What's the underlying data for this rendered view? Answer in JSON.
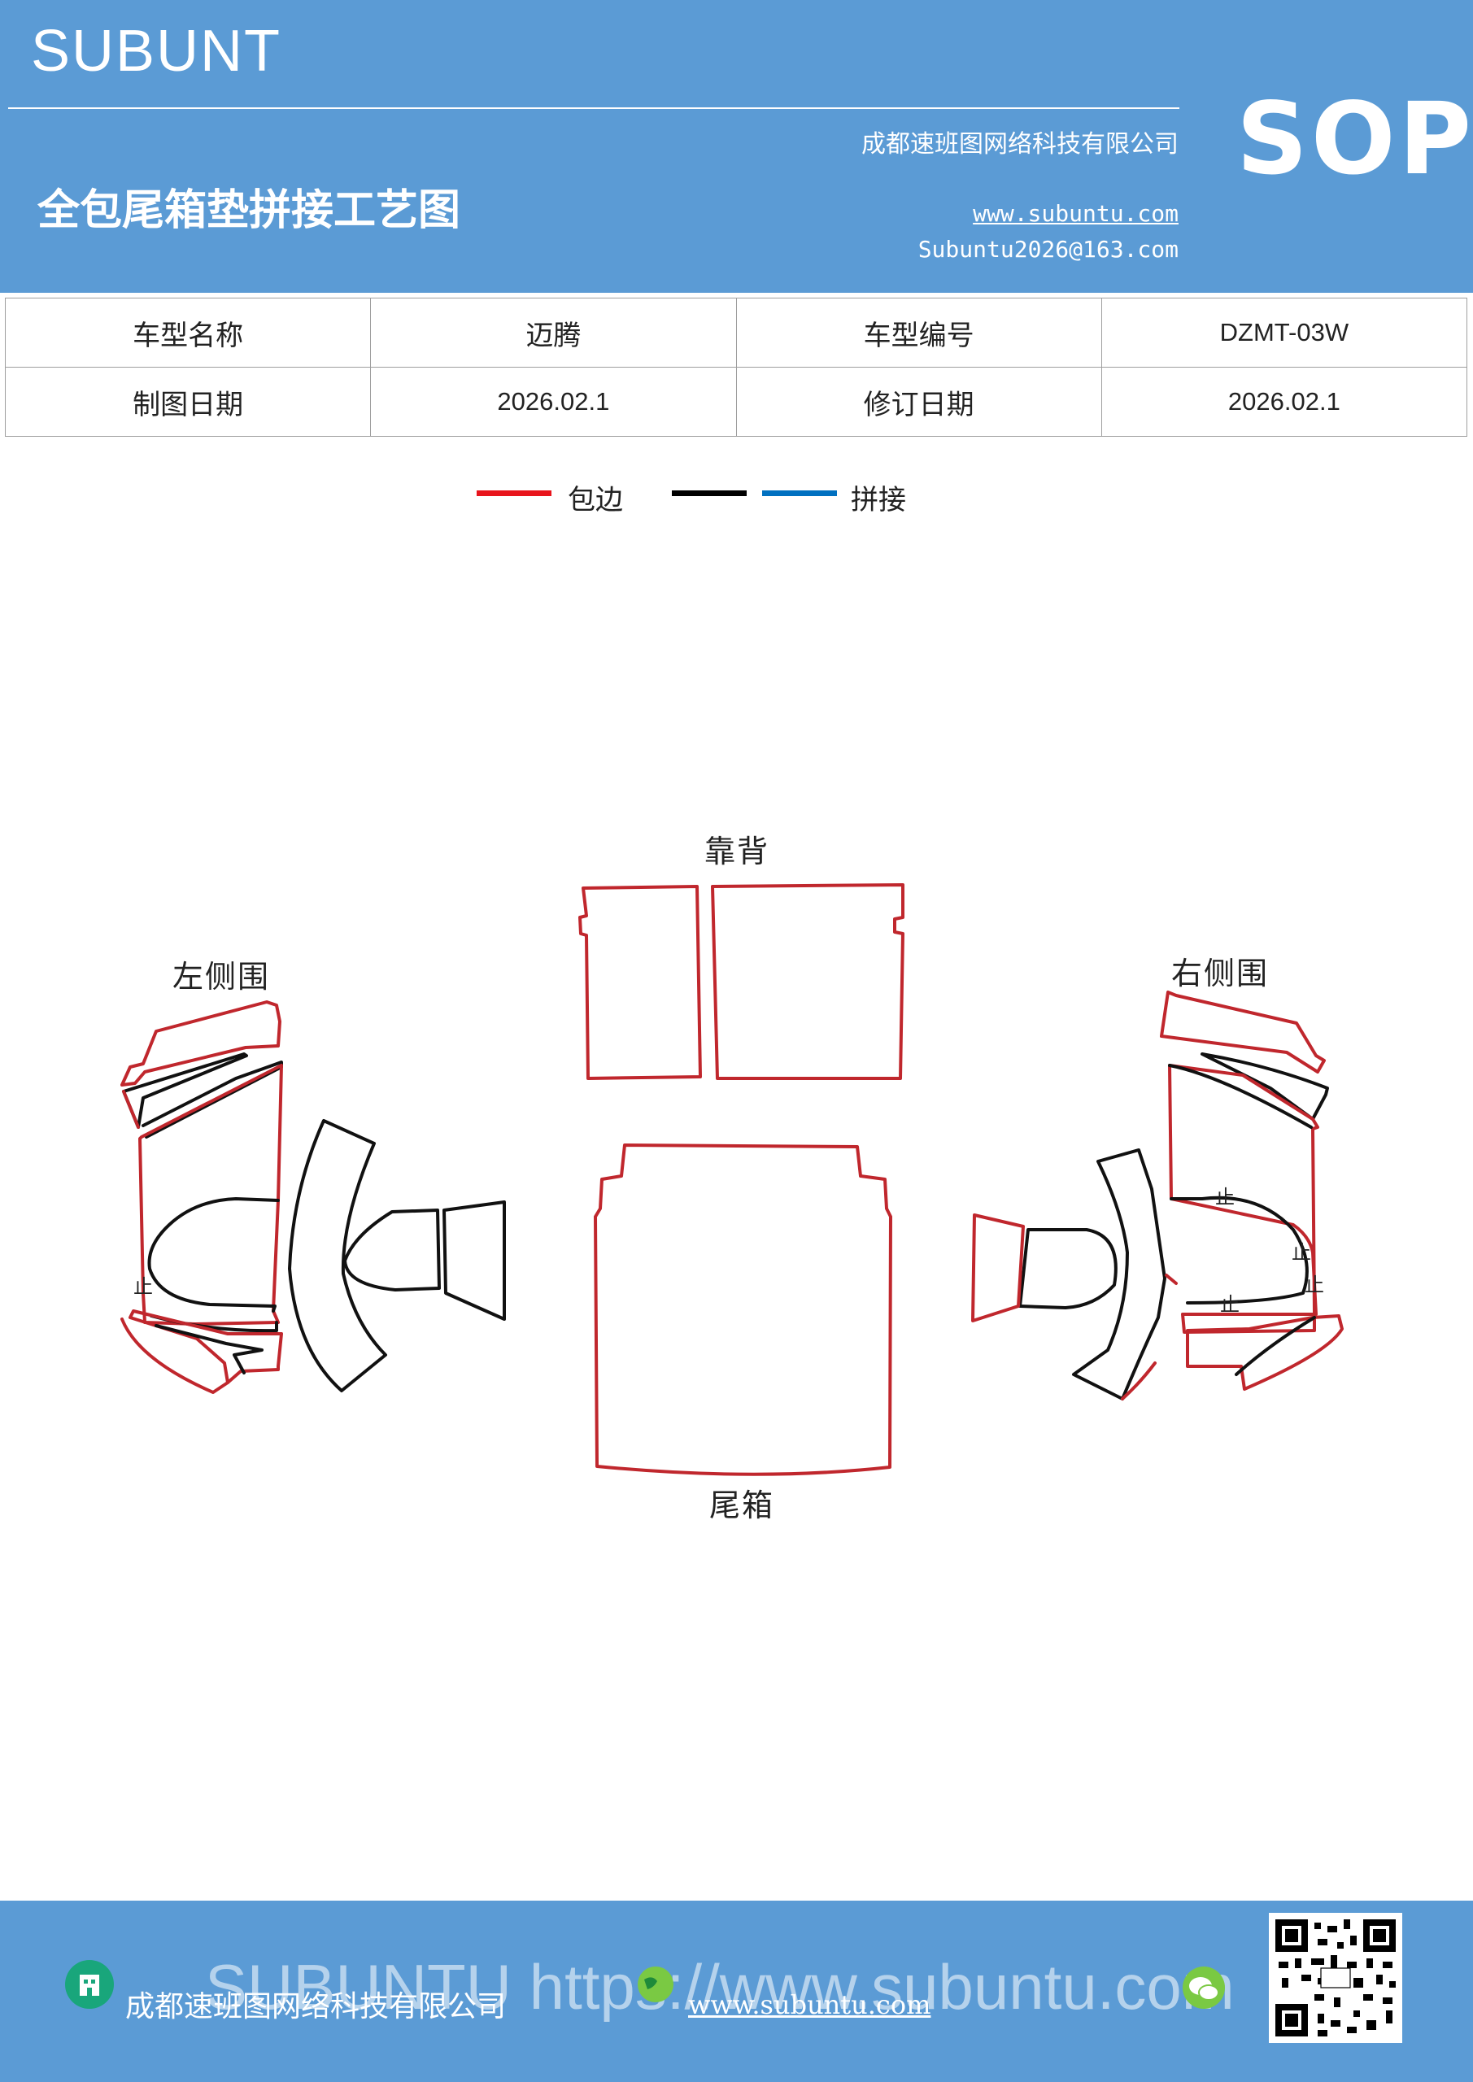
{
  "header": {
    "brand": "SUBUNT",
    "sop": "SOP",
    "company": "成都速班图网络科技有限公司",
    "title": "全包尾箱垫拼接工艺图",
    "website": "www.subuntu.com",
    "email": "Subuntu2026@163.com"
  },
  "info_table": {
    "rows": [
      [
        {
          "label": "车型名称",
          "value": "迈腾"
        },
        {
          "label": "车型编号",
          "value": "DZMT-03W"
        }
      ],
      [
        {
          "label": "制图日期",
          "value": "2026.02.1"
        },
        {
          "label": "修订日期",
          "value": "2026.02.1"
        }
      ]
    ]
  },
  "legend": {
    "items": [
      {
        "text": "包边",
        "colors": [
          "#e8141c"
        ]
      },
      {
        "text": "拼接",
        "colors": [
          "#000000",
          "#0070c0"
        ]
      }
    ]
  },
  "drawing": {
    "labels": {
      "backrest": "靠背",
      "trunk": "尾箱",
      "left_side": "左侧围",
      "right_side": "右侧围"
    },
    "stop_mark": "止",
    "colors": {
      "edge": "#c0272d",
      "seam": "#111111"
    }
  },
  "footer": {
    "company": "成都速班图网络科技有限公司",
    "website": "www.subuntu.com",
    "watermark": "SUBUNTU https://www.subuntu.com",
    "colors": {
      "background": "#5b9bd5",
      "company_icon": "#19a67b",
      "web_icon": "#2a6fd6",
      "wechat_icon": "#7ac943"
    }
  }
}
